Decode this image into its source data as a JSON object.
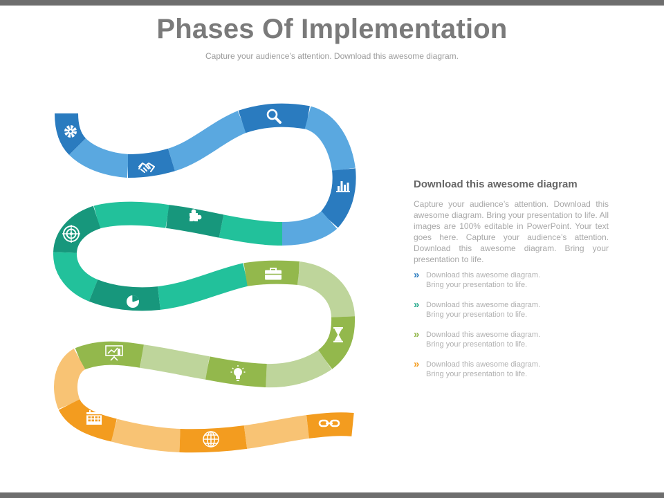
{
  "title": "Phases Of Implementation",
  "subtitle": "Capture your audience’s attention. Download this awesome diagram.",
  "colors": {
    "blue": [
      "#2a7bbf",
      "#5aa8e0"
    ],
    "teal": [
      "#17977c",
      "#22c19b"
    ],
    "green": [
      "#93b84c",
      "#bed59b"
    ],
    "orange": [
      "#f39c1f",
      "#f8c374"
    ],
    "icon": "#ffffff",
    "frame": "#6e6e6e"
  },
  "road_icons": [
    "gear-icon",
    "handshake-icon",
    "magnifier-icon",
    "bar-chart-icon",
    "puzzle-icon",
    "target-icon",
    "pie-chart-icon",
    "briefcase-icon",
    "hourglass-icon",
    "lightbulb-icon",
    "presentation-icon",
    "calendar-icon",
    "globe-icon",
    "chain-link-icon"
  ],
  "panel": {
    "heading": "Download this awesome diagram",
    "body": "Capture your audience’s attention. Download this awesome diagram. Bring your presentation to life. All images are 100% editable in PowerPoint. Your text goes here. Capture your audience’s attention. Download this awesome diagram. Bring your presentation to life.",
    "bullets": [
      {
        "chevron": "»",
        "color": "#2a7bbf",
        "line1": "Download this awesome diagram.",
        "line2": "Bring your presentation to life."
      },
      {
        "chevron": "»",
        "color": "#22a88a",
        "line1": "Download this awesome diagram.",
        "line2": "Bring your presentation to life."
      },
      {
        "chevron": "»",
        "color": "#8fb546",
        "line1": "Download this awesome diagram.",
        "line2": "Bring your presentation to life."
      },
      {
        "chevron": "»",
        "color": "#f39c1f",
        "line1": "Download this awesome diagram.",
        "line2": "Bring your presentation to life."
      }
    ]
  }
}
